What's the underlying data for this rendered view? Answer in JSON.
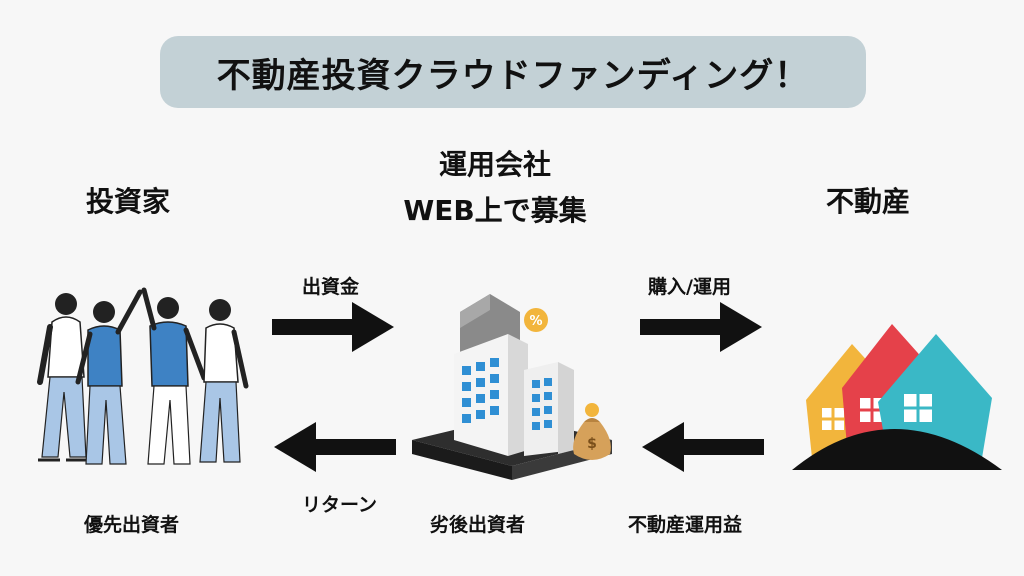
{
  "title": "不動産投資クラウドファンディング！",
  "investor": {
    "label": "投資家",
    "sublabel": "優先出資者"
  },
  "operator": {
    "label_line1": "運用会社",
    "label_line2": "WEB上で募集",
    "sublabel": "劣後出資者"
  },
  "realestate": {
    "label": "不動産"
  },
  "flows": {
    "investment": "出資金",
    "purchase": "購入/運用",
    "return": "リターン",
    "income": "不動産運用益"
  },
  "icons": {
    "people": "investors-high-five-illustration",
    "building": "office-building-icon",
    "percent_badge": "%",
    "money_bag": "money-bag-icon",
    "money_symbol": "$",
    "houses": "houses-icon"
  },
  "colors": {
    "title_bg": "#c3d1d6",
    "house_yellow": "#f2b53c",
    "house_red": "#e5414a",
    "house_teal": "#3ab8c6",
    "shirt_blue": "#3e82c4"
  }
}
